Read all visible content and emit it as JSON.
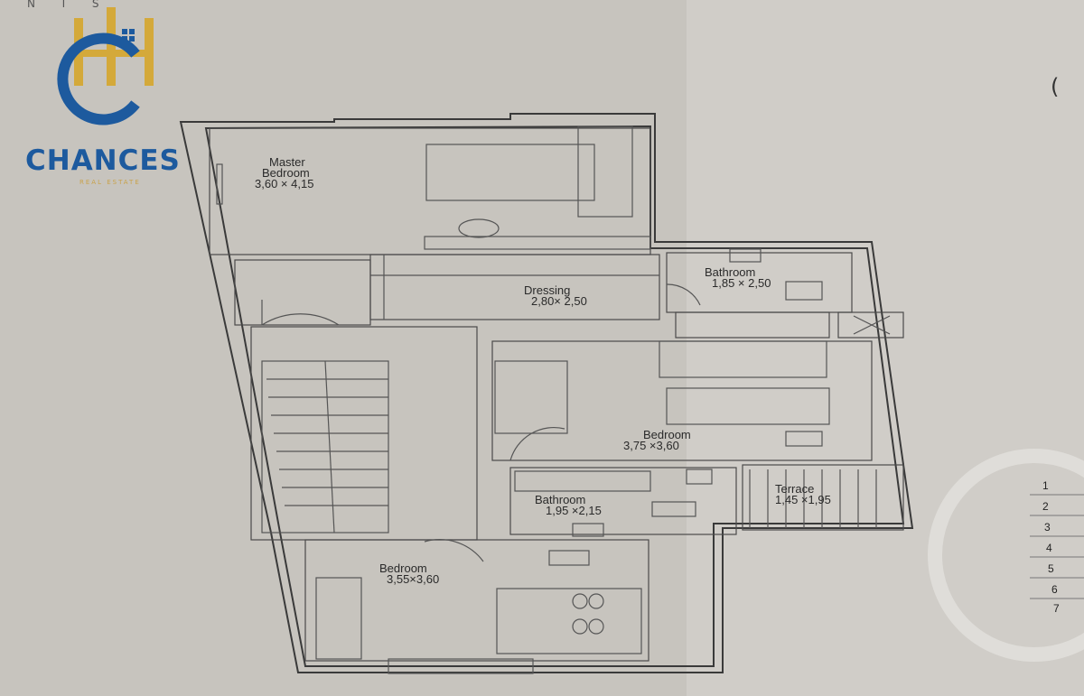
{
  "header": {
    "code_text": "N T S"
  },
  "logo": {
    "word": "CHANCES",
    "tagline": "REAL ESTATE",
    "colors": {
      "blue": "#1d5a9e",
      "gold": "#d4a93a"
    }
  },
  "rooms": {
    "master_bedroom": {
      "name_line1": "Master",
      "name_line2": "Bedroom",
      "dims": "3,60 × 4,15"
    },
    "dressing": {
      "name": "Dressing",
      "dims": "2,80× 2,50"
    },
    "bathroom_top": {
      "name": "Bathroom",
      "dims": "1,85 × 2,50"
    },
    "bedroom_mid": {
      "name": "Bedroom",
      "dims": "3,75 ×3,60"
    },
    "terrace": {
      "name": "Terrace",
      "dims": "1,45 ×1,95"
    },
    "bathroom_mid": {
      "name": "Bathroom",
      "dims": "1,95 ×2,15"
    },
    "bedroom_bottom": {
      "name": "Bedroom",
      "dims": "3,55×3,60"
    }
  },
  "side_index": [
    "1",
    "2",
    "3",
    "4",
    "5",
    "6",
    "7"
  ],
  "edge_mark": "("
}
